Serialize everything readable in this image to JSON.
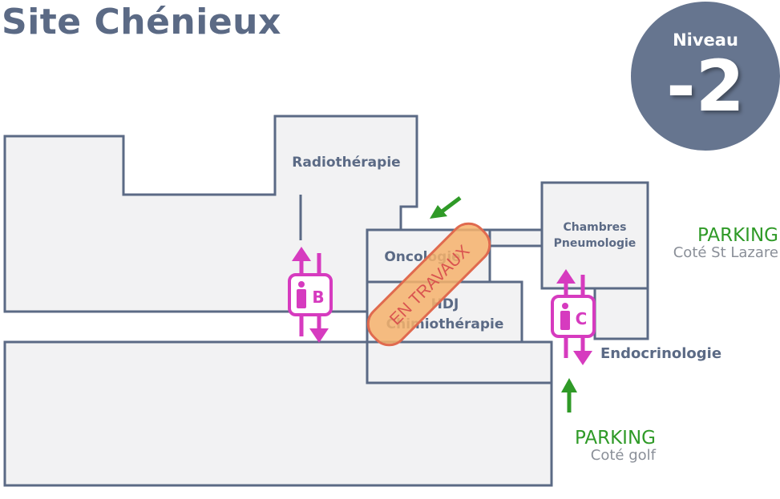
{
  "title": "Site Chénieux",
  "level": {
    "label": "Niveau",
    "value": "-2"
  },
  "rooms": {
    "radiotherapie": "Radiothérapie",
    "oncologie": "Oncologie",
    "hdj_line1": "HDJ",
    "hdj_line2": "Chimiothérapie",
    "chambres_line1": "Chambres",
    "chambres_line2": "Pneumologie",
    "endocrinologie": "Endocrinologie"
  },
  "works_banner": "EN TRAVAUX",
  "elevators": {
    "b": "B",
    "c": "C"
  },
  "parkings": {
    "st_lazare": {
      "title": "PARKING",
      "subtitle": "Coté St Lazare"
    },
    "golf": {
      "title": "PARKING",
      "subtitle": "Coté golf"
    }
  },
  "colors": {
    "building_fill": "#f2f2f3",
    "building_stroke": "#5b6a85",
    "elevator": "#d63bbf",
    "arrow_green": "#2f9a27",
    "works_fill": "#f6b26b",
    "works_stroke": "#e06a4f",
    "badge": "#66758f"
  },
  "icons": {
    "elevator": "person-elevator-icon",
    "entrance": "green-arrow-icon"
  }
}
